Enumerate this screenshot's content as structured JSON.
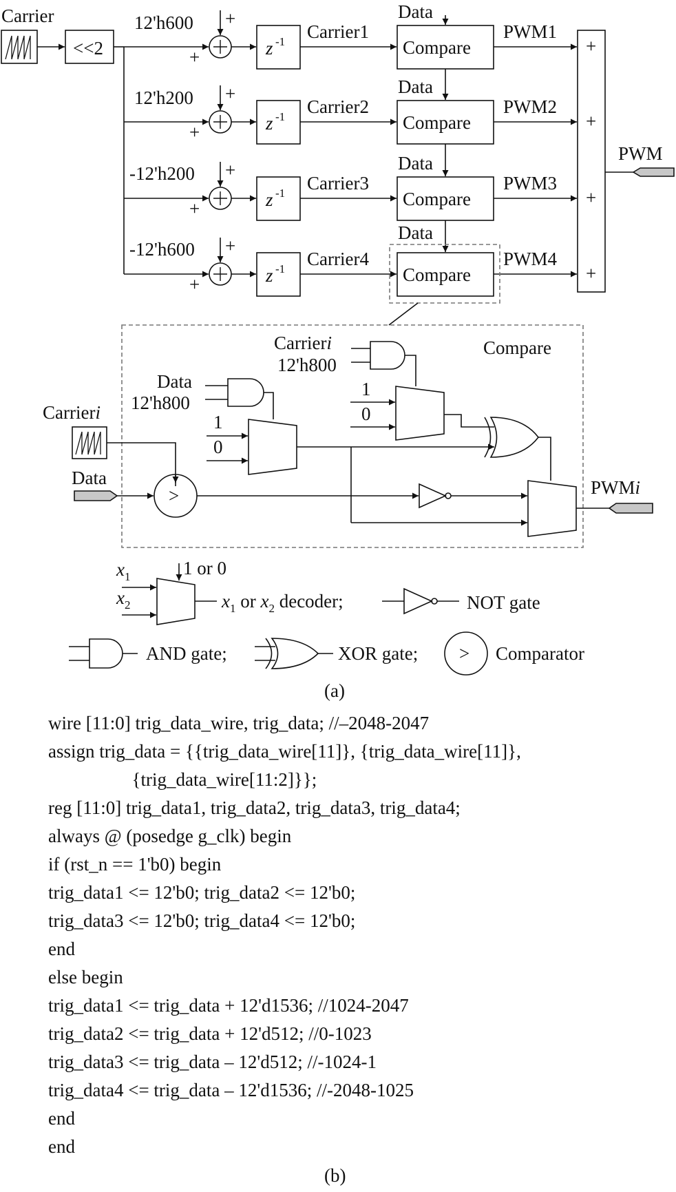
{
  "top": {
    "carrier_label": "Carrier",
    "shift_label": "<<2",
    "offsets": [
      "12'h600",
      "12'h200",
      "-12'h200",
      "-12'h600"
    ],
    "plus": "+",
    "delay_base": "z",
    "delay_exp": "-1",
    "carriers": [
      "Carrier1",
      "Carrier2",
      "Carrier3",
      "Carrier4"
    ],
    "data_label": "Data",
    "compare_label": "Compare",
    "pwms": [
      "PWM1",
      "PWM2",
      "PWM3",
      "PWM4"
    ],
    "pwm_out": "PWM"
  },
  "detail": {
    "title": "Compare",
    "carrier_i_base": "Carrier",
    "carrier_i_sub": "i",
    "h800": "12'h800",
    "data": "Data",
    "one": "1",
    "zero": "0",
    "gt": ">",
    "pwm_i_base": "PWM",
    "pwm_i_sub": "i"
  },
  "legend": {
    "x": "x",
    "one": "1",
    "two": "2",
    "one_or_zero": "1 or 0",
    "decoder_text": " or ",
    "decoder_suffix": " decoder;",
    "not_gate": "NOT gate",
    "and_gate": "AND gate;",
    "xor_gate": "XOR gate;",
    "gt": ">",
    "comparator": "Comparator"
  },
  "caption_a": "(a)",
  "caption_b": "(b)",
  "code_lines": [
    "wire [11:0] trig_data_wire, trig_data; //–2048-2047",
    "assign trig_data = {{trig_data_wire[11]}, {trig_data_wire[11]},",
    "                  {trig_data_wire[11:2]}};",
    "reg [11:0] trig_data1, trig_data2, trig_data3, trig_data4;",
    "always @ (posedge g_clk) begin",
    "if (rst_n == 1'b0) begin",
    "trig_data1 <= 12'b0; trig_data2 <= 12'b0;",
    "trig_data3 <= 12'b0; trig_data4 <= 12'b0;",
    "end",
    "else begin",
    "trig_data1 <= trig_data + 12'd1536; //1024-2047",
    "trig_data2 <= trig_data + 12'd512; //0-1023",
    "trig_data3 <= trig_data – 12'd512; //-1024-1",
    "trig_data4 <= trig_data – 12'd1536; //-2048-1025",
    "end",
    "end"
  ]
}
